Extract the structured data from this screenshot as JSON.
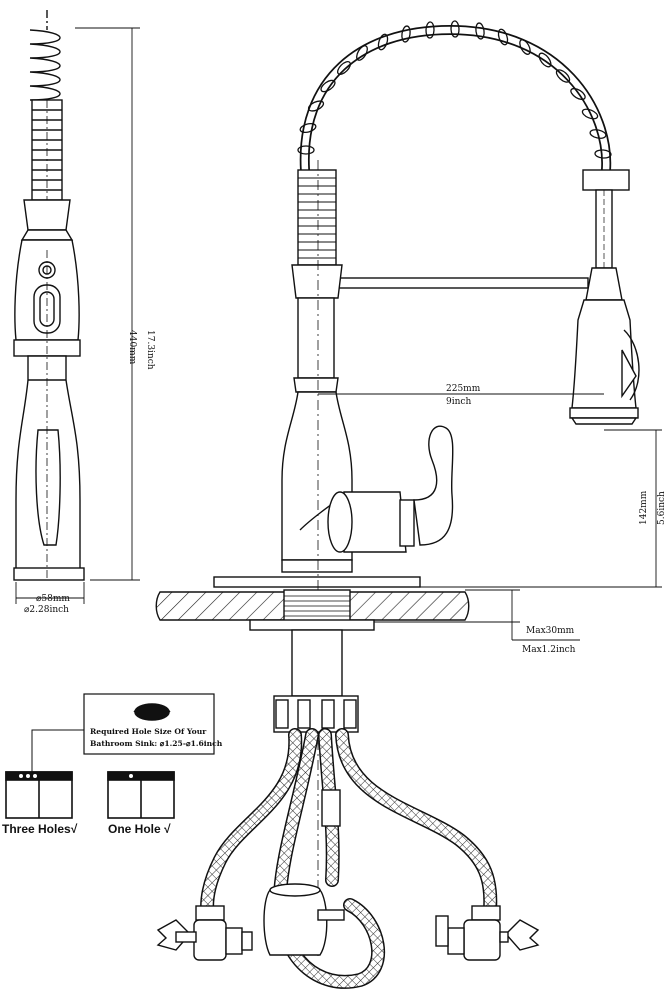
{
  "dimensions": {
    "total_height_mm": "440mm",
    "total_height_inch": "17.3inch",
    "base_diameter_mm": "⌀58mm",
    "base_diameter_inch": "⌀2.28inch",
    "spout_reach_mm": "225mm",
    "spout_reach_inch": "9inch",
    "spout_height_mm": "142mm",
    "spout_height_inch": "5.6inch",
    "deck_thickness_mm": "Max30mm",
    "deck_thickness_inch": "Max1.2inch"
  },
  "hole_note": {
    "line1": "Required Hole Size Of Your",
    "line2": "Bathroom Sink: ⌀1.25-⌀1.6inch"
  },
  "sink_options": {
    "three_holes": "Three Holes√",
    "one_hole": "One Hole √"
  }
}
